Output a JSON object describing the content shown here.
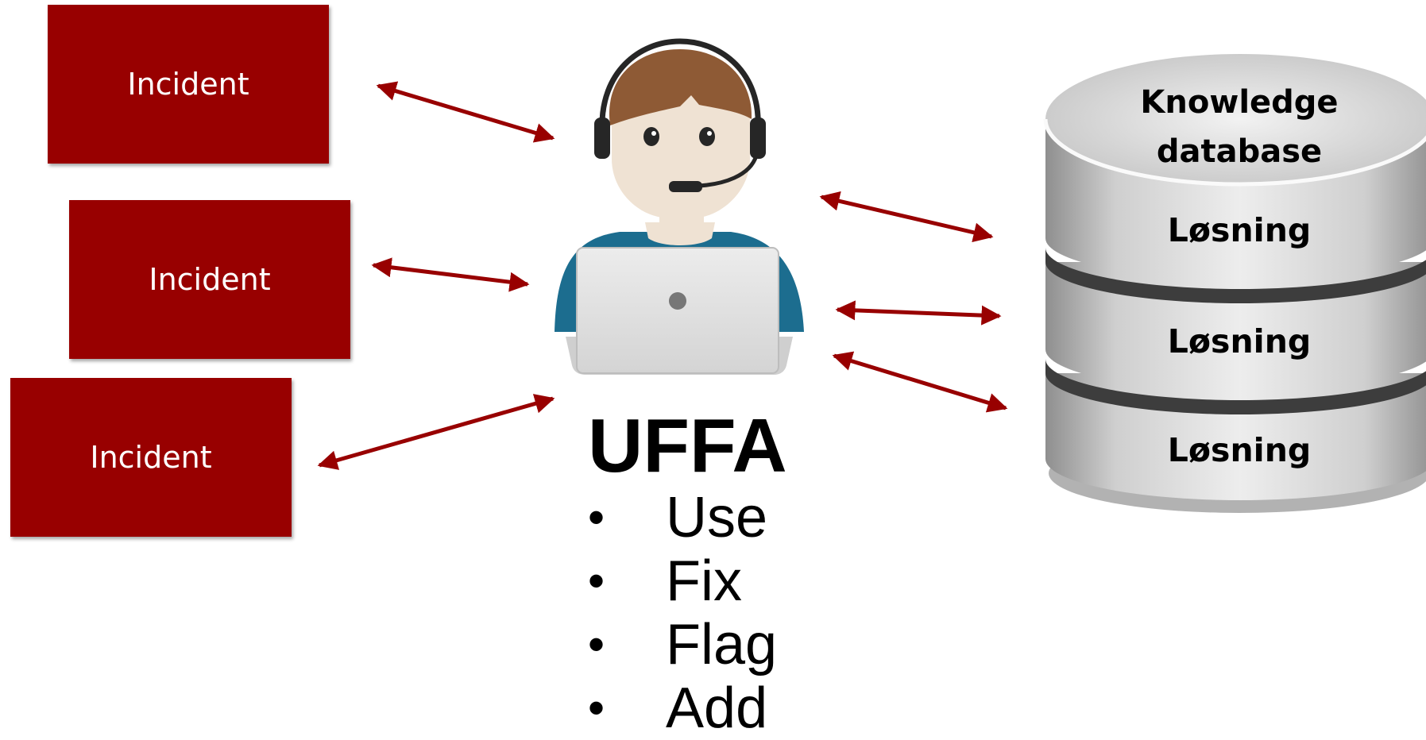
{
  "incidents": [
    {
      "label": "Incident"
    },
    {
      "label": "Incident"
    },
    {
      "label": "Incident"
    }
  ],
  "agent": {
    "icon": "support-agent-with-headset-and-laptop"
  },
  "uffa": {
    "title": "UFFA",
    "bullet": "•",
    "items": [
      "Use",
      "Fix",
      "Flag",
      "Add"
    ]
  },
  "database": {
    "icon": "database-cylinder-icon",
    "title": "Knowledge database",
    "solutions": [
      "Løsning",
      "Løsning",
      "Løsning"
    ]
  },
  "colors": {
    "incident_fill": "#980000",
    "arrow": "#980000",
    "database_gray": "#c8c8c8"
  }
}
